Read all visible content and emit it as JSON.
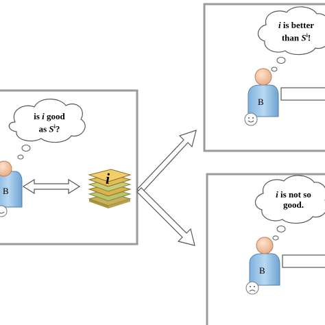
{
  "left_panel": {
    "bubble_line1_pre": "is ",
    "bubble_italic": "i",
    "bubble_line1_post": " good",
    "bubble_line2_pre": "as ",
    "bubble_s": "S",
    "bubble_sup": "i",
    "bubble_line2_post": "?",
    "person_letter": "B"
  },
  "center": {
    "stack_letter": "i"
  },
  "top_right_panel": {
    "bubble_italic": "i",
    "bubble_line1_post": " is better",
    "bubble_line2_pre": "than ",
    "bubble_s": "S",
    "bubble_sup": "i",
    "bubble_line2_post": "!",
    "person_letter": "B"
  },
  "bottom_right_panel": {
    "bubble_italic": "i",
    "bubble_line1_post": " is not so",
    "bubble_line2": "good.",
    "person_letter": "B"
  },
  "colors": {
    "panel_border": "#9a9a9a",
    "person_fill": "#9fc6e6",
    "skin": "#f4c9a8",
    "stack_gold": "#d9b24a",
    "stack_green": "#b9c46b"
  }
}
